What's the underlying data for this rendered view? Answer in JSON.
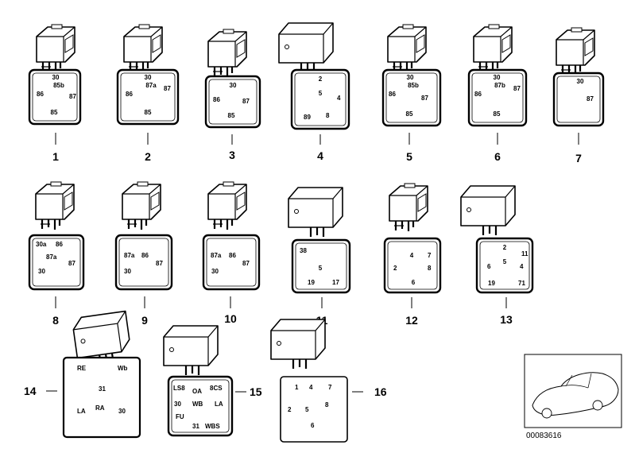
{
  "items": [
    {
      "num": "1",
      "pins": [
        "30",
        "85b",
        "86",
        "87",
        "85"
      ]
    },
    {
      "num": "2",
      "pins": [
        "30",
        "87a",
        "86",
        "87",
        "85"
      ]
    },
    {
      "num": "3",
      "pins": [
        "30",
        "86",
        "87",
        "85"
      ]
    },
    {
      "num": "4",
      "pins": [
        "2",
        "5",
        "4",
        "89",
        "8"
      ]
    },
    {
      "num": "5",
      "pins": [
        "30",
        "85b",
        "86",
        "87",
        "85"
      ]
    },
    {
      "num": "6",
      "pins": [
        "30",
        "87b",
        "86",
        "87",
        "85"
      ]
    },
    {
      "num": "7",
      "pins": [
        "30",
        "87"
      ]
    },
    {
      "num": "8",
      "pins": [
        "30a",
        "86",
        "87a",
        "87",
        "30"
      ]
    },
    {
      "num": "9",
      "pins": [
        "87a",
        "86",
        "87",
        "30"
      ]
    },
    {
      "num": "10",
      "pins": [
        "87a",
        "86",
        "87",
        "30"
      ]
    },
    {
      "num": "11",
      "pins": [
        "38",
        "5",
        "19",
        "17"
      ]
    },
    {
      "num": "12",
      "pins": [
        "4",
        "7",
        "2",
        "8",
        "6"
      ]
    },
    {
      "num": "13",
      "pins": [
        "2",
        "11",
        "5",
        "6",
        "4",
        "19",
        "71"
      ]
    },
    {
      "num": "14",
      "pins": [
        "RE",
        "Wb",
        "31",
        "LA",
        "RA",
        "30"
      ]
    },
    {
      "num": "15",
      "pins": [
        "LS8",
        "OA",
        "8CS",
        "30",
        "WB",
        "LA",
        "FU",
        "31",
        "WBS"
      ]
    },
    {
      "num": "16",
      "pins": [
        "1",
        "4",
        "7",
        "2",
        "5",
        "8",
        "6"
      ]
    }
  ],
  "reference": {
    "code": "00083616"
  }
}
